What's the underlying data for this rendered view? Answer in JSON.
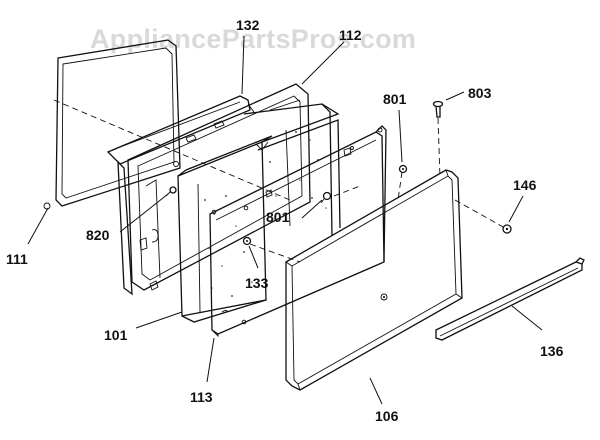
{
  "watermark": "AppliancePartsPros.com",
  "callouts": {
    "p111": "111",
    "p132": "132",
    "p112": "112",
    "p801a": "801",
    "p803": "803",
    "p146": "146",
    "p820": "820",
    "p801b": "801",
    "p133": "133",
    "p101": "101",
    "p136": "136",
    "p113": "113",
    "p106": "106"
  }
}
